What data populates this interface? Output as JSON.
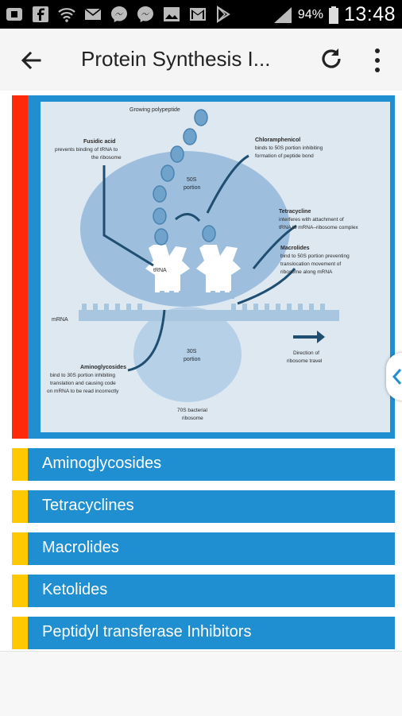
{
  "status_bar": {
    "battery": "94%",
    "time": "13:48",
    "icons": [
      "notification-icon",
      "facebook-icon",
      "wifi-icon",
      "mail-icon",
      "messenger-icon",
      "messenger-icon",
      "gallery-icon",
      "gmail-icon",
      "play-store-icon"
    ]
  },
  "toolbar": {
    "title": "Protein Synthesis I..."
  },
  "figure": {
    "labels": {
      "growing_polypeptide": "Growing polypeptide",
      "fusidic_title": "Fusidic acid",
      "fusidic_l1": "prevents binding of tRNA to",
      "fusidic_l2": "the ribosome",
      "chloramphenicol_title": "Chloramphenicol",
      "chloramphenicol_l1": "binds to 50S portion inhibiting",
      "chloramphenicol_l2": "formation of peptide bond",
      "tetracycline_title": "Tetracycline",
      "tetracycline_l1": "interferes with attachment of",
      "tetracycline_l2": "tRNA to mRNA–ribosome complex",
      "macrolides_title": "Macrolides",
      "macrolides_l1": "bind to 50S portion preventing",
      "macrolides_l2": "translocation movement of",
      "macrolides_l3": "ribosome along mRNA",
      "trna": "tRNA",
      "mrna": "mRNA",
      "s50_a": "50S",
      "s50_b": "portion",
      "s30_a": "30S",
      "s30_b": "portion",
      "direction_l1": "Direction of",
      "direction_l2": "ribosome travel",
      "amino_title": "Aminoglycosides",
      "amino_l1": "bind to 30S portion inhibiting",
      "amino_l2": "translation and causing code",
      "amino_l3": "on mRNA to be read incorrectly",
      "ribosome_l1": "70S bacterial",
      "ribosome_l2": "ribosome"
    }
  },
  "list": {
    "items": [
      {
        "label": "Aminoglycosides"
      },
      {
        "label": "Tetracyclines"
      },
      {
        "label": "Macrolides"
      },
      {
        "label": "Ketolides"
      },
      {
        "label": "Peptidyl transferase Inhibitors"
      }
    ]
  },
  "colors": {
    "card_blue": "#1f8fd1",
    "accent_red": "#ff2a0a",
    "accent_yellow": "#ffc800",
    "diagram_bg": "#dde8f1"
  }
}
